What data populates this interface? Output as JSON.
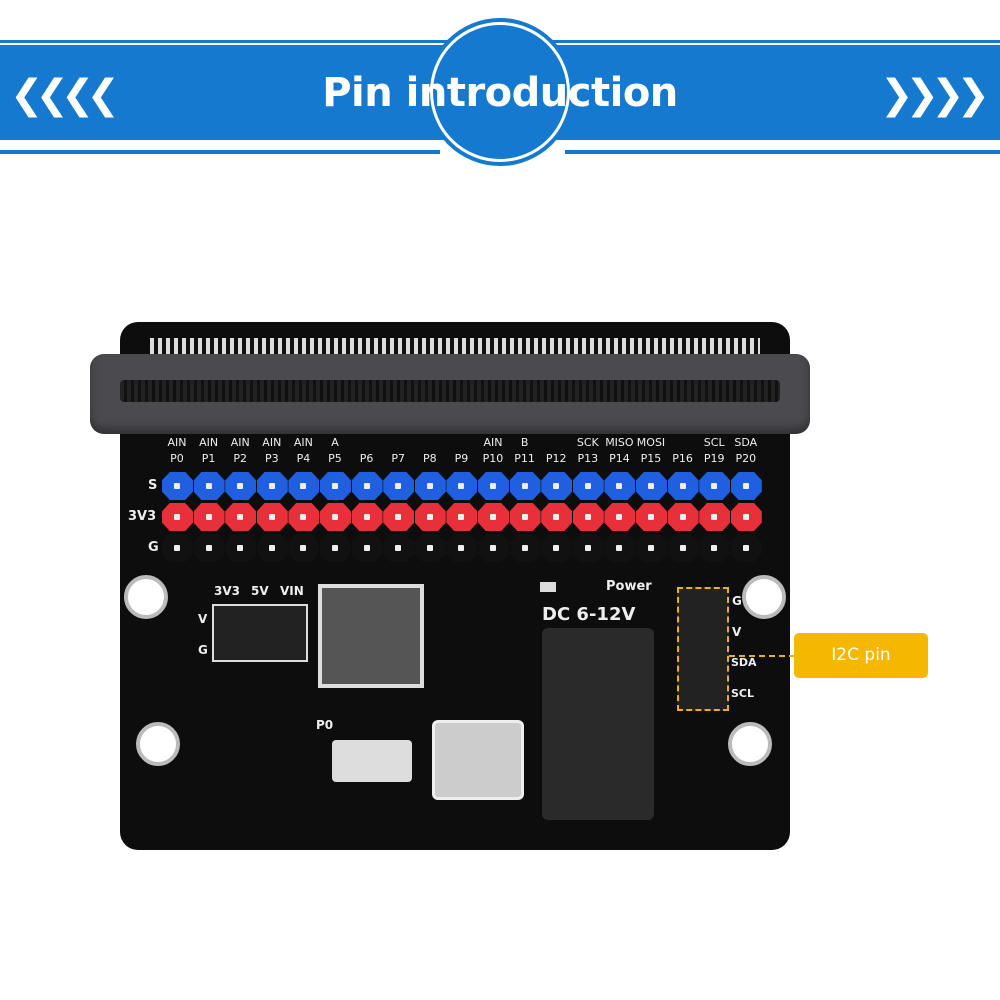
{
  "header": {
    "title": "Pin introduction",
    "left_chevrons": "❮❮❮❮",
    "right_chevrons": "❯❯❯❯"
  },
  "board": {
    "function_labels": [
      "AIN",
      "AIN",
      "AIN",
      "AIN",
      "AIN",
      "A",
      "",
      "",
      "",
      "",
      "AIN",
      "B",
      "",
      "SCK",
      "MISO",
      "MOSI",
      "",
      "SCL",
      "SDA"
    ],
    "pin_labels": [
      "P0",
      "P1",
      "P2",
      "P3",
      "P4",
      "P5",
      "P6",
      "P7",
      "P8",
      "P9",
      "P10",
      "P11",
      "P12",
      "P13",
      "P14",
      "P15",
      "P16",
      "P19",
      "P20"
    ],
    "row_labels": {
      "s": "S",
      "v": "3V3",
      "g": "G"
    },
    "colors": {
      "signal": "#1f5fe0",
      "power": "#e8303a",
      "ground": "#111111"
    },
    "power_select": {
      "options": [
        "3V3",
        "5V",
        "VIN"
      ],
      "v": "V",
      "g": "G"
    },
    "power_led": "Power",
    "dc_label": "DC 6-12V",
    "p0_label": "P0",
    "i2c_pins": [
      "G",
      "V",
      "SDA",
      "SCL"
    ]
  },
  "callout": {
    "label": "I2C pin"
  }
}
